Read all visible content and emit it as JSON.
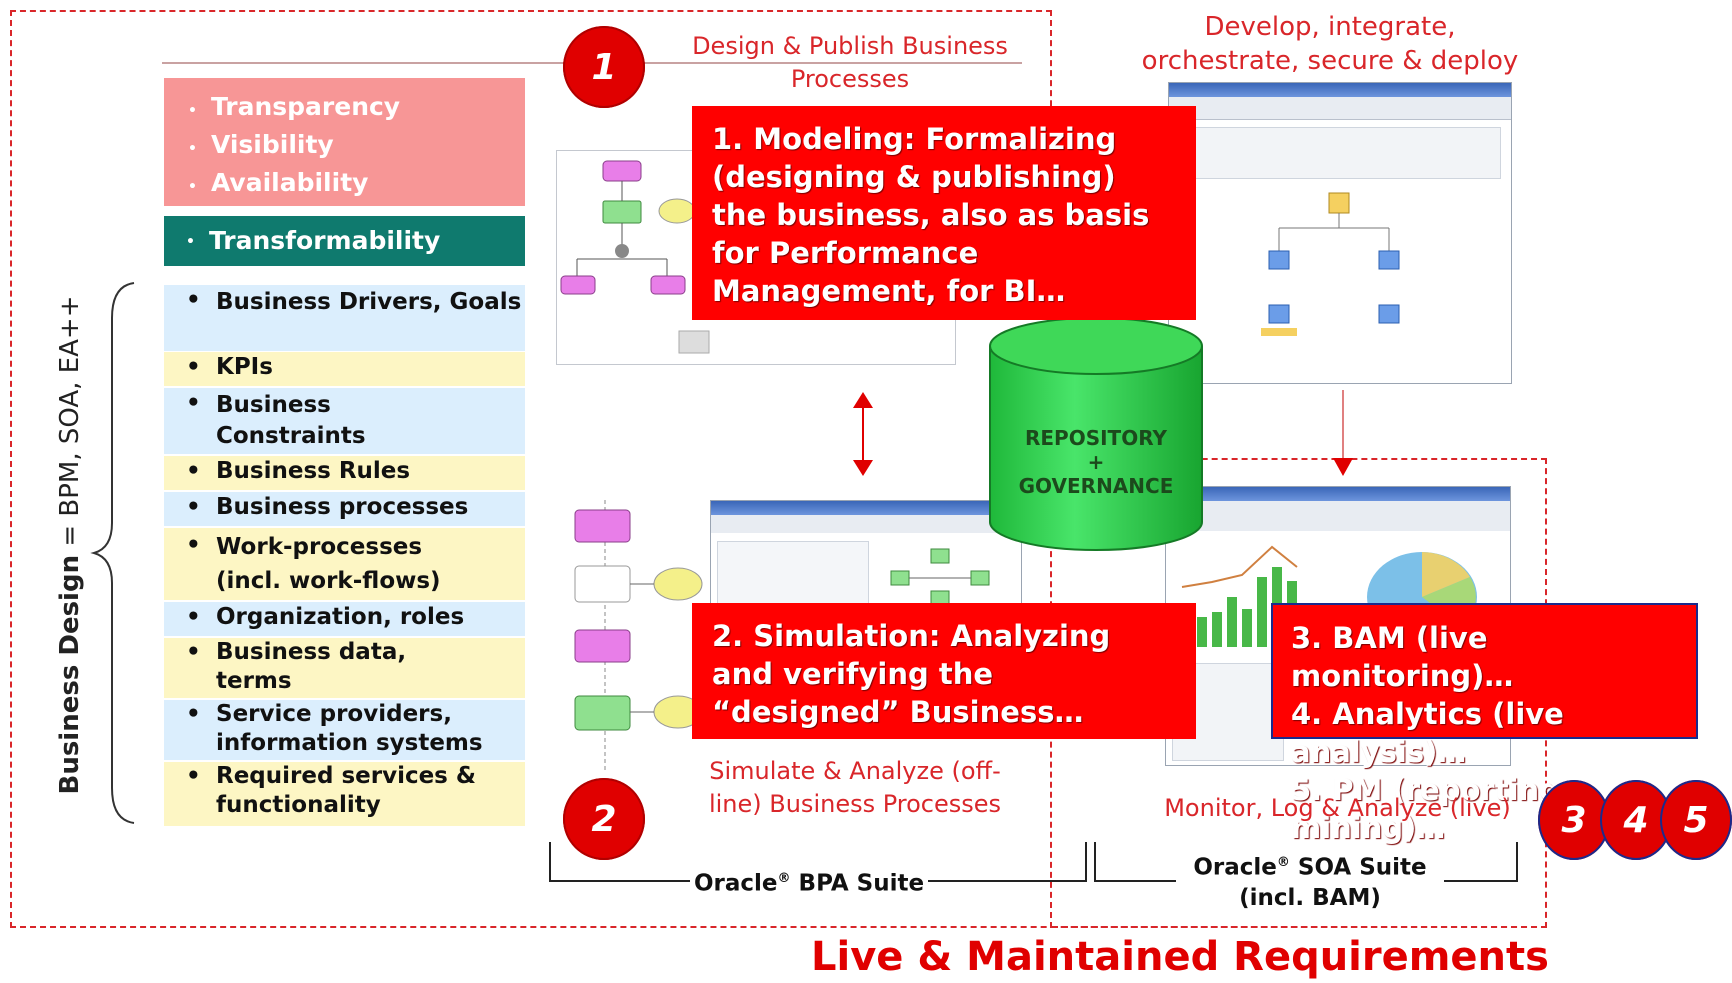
{
  "quality_box": {
    "items": [
      "Transparency",
      "Visibility",
      "Availability"
    ]
  },
  "transformability": "Transformability",
  "business_design": {
    "vertical_label_bold": "Business Design",
    "vertical_label_rest": " = BPM, SOA, EA++",
    "items": [
      "Business Drivers, Goals",
      "KPIs",
      "Business Constraints",
      "Business Rules",
      "Business processes",
      "Work-processes (incl. work-flows)",
      "Organization, roles",
      "Business data, terms",
      "Service providers, information systems",
      "Required services & functionality"
    ]
  },
  "phases": {
    "design_caption": "Design & Publish Business Processes",
    "develop_caption": "Develop, integrate, orchestrate, secure & deploy",
    "simulate_caption": "Simulate & Analyze (off-line) Business Processes",
    "monitor_caption": "Monitor, Log & Analyze (live)"
  },
  "callouts": {
    "modeling": "1. Modeling: Formalizing (designing & publishing) the business, also as basis for Performance Management, for BI…",
    "simulation": "2. Simulation: Analyzing and verifying the “designed” Business…",
    "live_line1": "3. BAM (live monitoring)…",
    "live_line2": "4. Analytics (live analysis)…",
    "live_line3": "5. PM (reporting, mining)…"
  },
  "numbers": {
    "n1": "1",
    "n2": "2",
    "n3": "3",
    "n4": "4",
    "n5": "5"
  },
  "repository": {
    "line1": "REPOSITORY",
    "line2": "+",
    "line3": "GOVERNANCE"
  },
  "suites": {
    "bpa_brand": "Oracle",
    "bpa_mark": "®",
    "bpa_name": " BPA Suite",
    "soa_brand": "Oracle",
    "soa_mark": "®",
    "soa_name": " SOA Suite",
    "soa_sub": "(incl. BAM)"
  },
  "footer": "Live & Maintained Requirements",
  "colors": {
    "accent_red": "#ff0000",
    "caption_red": "#d9262a",
    "teal": "#0f7a6e",
    "salmon": "#f79696",
    "cylinder_green": "#2fd44d"
  }
}
